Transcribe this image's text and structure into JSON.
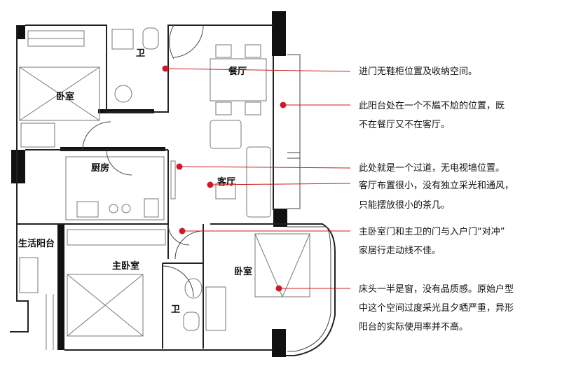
{
  "rooms": {
    "bedroom_top_left": "卧室",
    "bathroom_top": "卫",
    "dining": "餐厅",
    "kitchen": "厨房",
    "living": "客厅",
    "utility_balcony": "生活阳台",
    "master_bedroom": "主卧室",
    "bathroom_bottom": "卫",
    "bedroom_right": "卧室"
  },
  "annotations": [
    {
      "lines": [
        "进门无鞋柜位置及收纳空间。"
      ]
    },
    {
      "lines": [
        "此阳台处在一个不尴不尬的位置，既",
        "不在餐厅又不在客厅。"
      ]
    },
    {
      "lines": [
        "此处就是一个过道，无电视墙位置。"
      ]
    },
    {
      "lines": [
        "客厅布置很小，没有独立采光和通风，",
        "只能摆放很小的茶几。"
      ]
    },
    {
      "lines": [
        "主卧室门和主卫的门与入户门“对冲”",
        "家居行走动线不佳。"
      ]
    },
    {
      "lines": [
        "床头一半是窗，没有品质感。原始户型",
        "中这个空间过度采光且夕晒严重，异形",
        "阳台的实际使用率并不高。"
      ]
    }
  ],
  "colors": {
    "marker": "#d1182a",
    "leader": "#cc1e1e",
    "wall": "#111111"
  }
}
